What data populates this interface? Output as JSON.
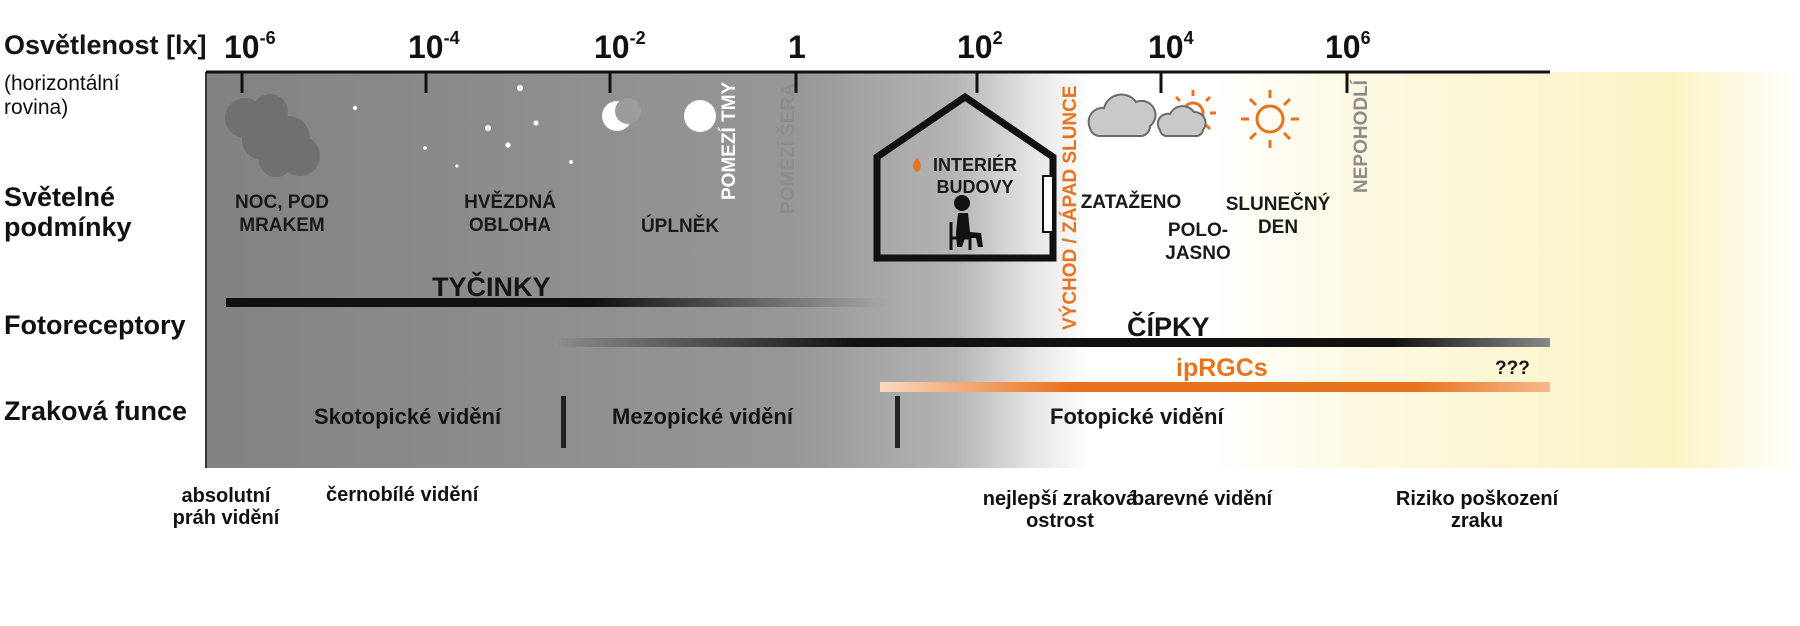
{
  "axis": {
    "title": "Osvětlenost [lx]",
    "subtitle": "(horizontální rovina)",
    "ticks": [
      {
        "base": "10",
        "exp": "-6"
      },
      {
        "base": "10",
        "exp": "-4"
      },
      {
        "base": "10",
        "exp": "-2"
      },
      {
        "base": "1",
        "exp": ""
      },
      {
        "base": "10",
        "exp": "2"
      },
      {
        "base": "10",
        "exp": "4"
      },
      {
        "base": "10",
        "exp": "6"
      }
    ]
  },
  "rows": {
    "conditions": "Světelné podmínky",
    "photoreceptors": "Fotoreceptory",
    "visual_function": "Zraková funce"
  },
  "conditions": {
    "night_cloud": "NOC, POD MRAKEM",
    "starry_sky": "HVĚZDNÁ OBLOHA",
    "full_moon": "ÚPLNĚK",
    "dark_limit": "POMEZÍ TMY",
    "dusk_limit": "POMEZÍ ŠERA",
    "interior": "INTERIÉR BUDOVY",
    "sunrise_sunset": "VÝCHOD / ZÁPAD SLUNCE",
    "overcast": "ZATAŽENO",
    "partly_cloudy": "POLO-JASNO",
    "sunny_day": "SLUNEČNÝ DEN",
    "cloudless": "NEPOHODLÍ"
  },
  "photoreceptors": {
    "rods": "TYČINKY",
    "cones": "ČÍPKY",
    "iprgc": "ipRGCs",
    "unknown": "???"
  },
  "vision": {
    "scotopic": "Skotopické vidění",
    "mesopic": "Mezopické vidění",
    "photopic": "Fotopické vidění"
  },
  "notes": {
    "absolute_threshold": "absolutní práh vidění",
    "bw_vision": "černobílé vidění",
    "best_acuity": "nejlepší zraková ostrost",
    "color_vision": "barevné vidění",
    "damage_risk": "Riziko poškození zraku"
  },
  "colors": {
    "accent_orange": "#e8731e",
    "dark_gray": "#8c8c8c",
    "light_yellow": "#fbf3c0"
  }
}
